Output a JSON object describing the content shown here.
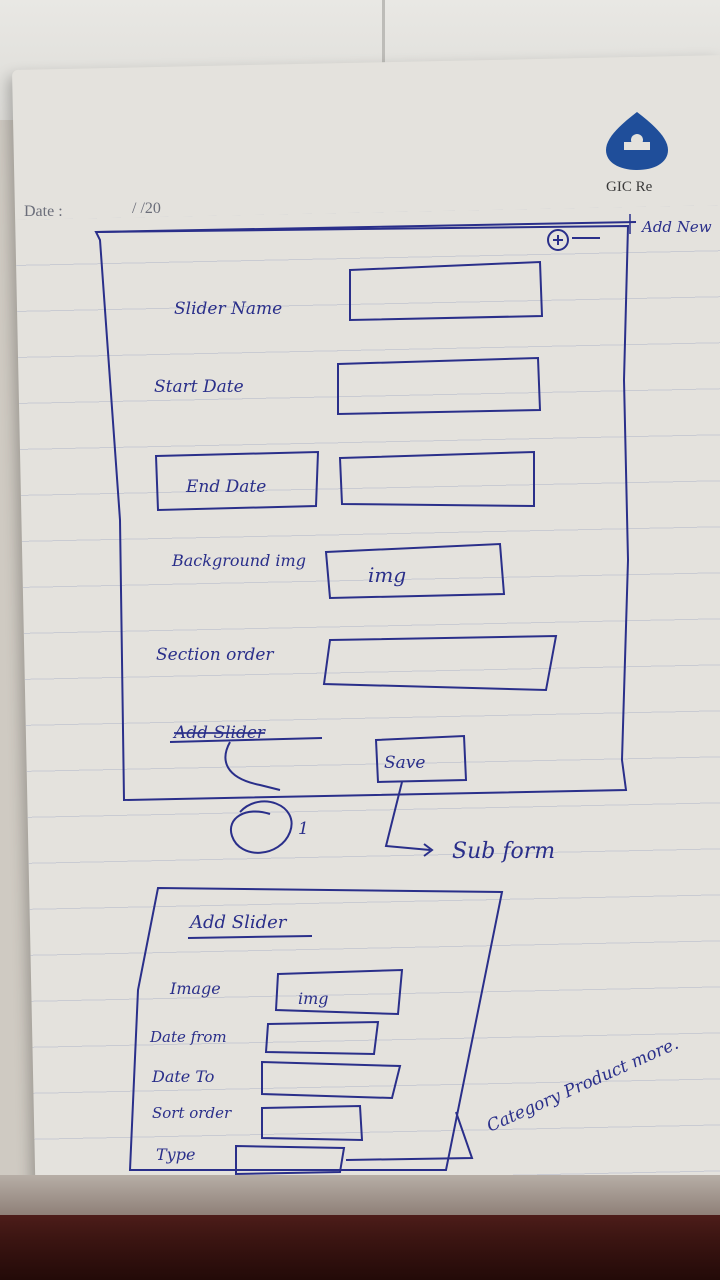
{
  "header": {
    "date_label": "Date :",
    "date_value": "/ /20",
    "logo_text": "GIC Re",
    "add_new": "Add New"
  },
  "main_form": {
    "fields": [
      {
        "label": "Slider Name",
        "value": ""
      },
      {
        "label": "Start Date",
        "value": ""
      },
      {
        "label": "End Date",
        "value": ""
      },
      {
        "label": "Background img",
        "value": "img"
      },
      {
        "label": "Section order",
        "value": ""
      }
    ],
    "add_slider_label": "Add Slider",
    "save_label": "Save",
    "save_note": "Sub form",
    "loop_note": "1"
  },
  "sub_form": {
    "title": "Add Slider",
    "fields": [
      {
        "label": "Image",
        "value": "img"
      },
      {
        "label": "Date from",
        "value": ""
      },
      {
        "label": "Date To",
        "value": ""
      },
      {
        "label": "Sort order",
        "value": ""
      },
      {
        "label": "Type",
        "value": ""
      }
    ],
    "type_note": "Category Product more."
  },
  "colors": {
    "ink": "#2a2f8a",
    "logo": "#1f4e9a",
    "paper": "#e4e2dd"
  }
}
